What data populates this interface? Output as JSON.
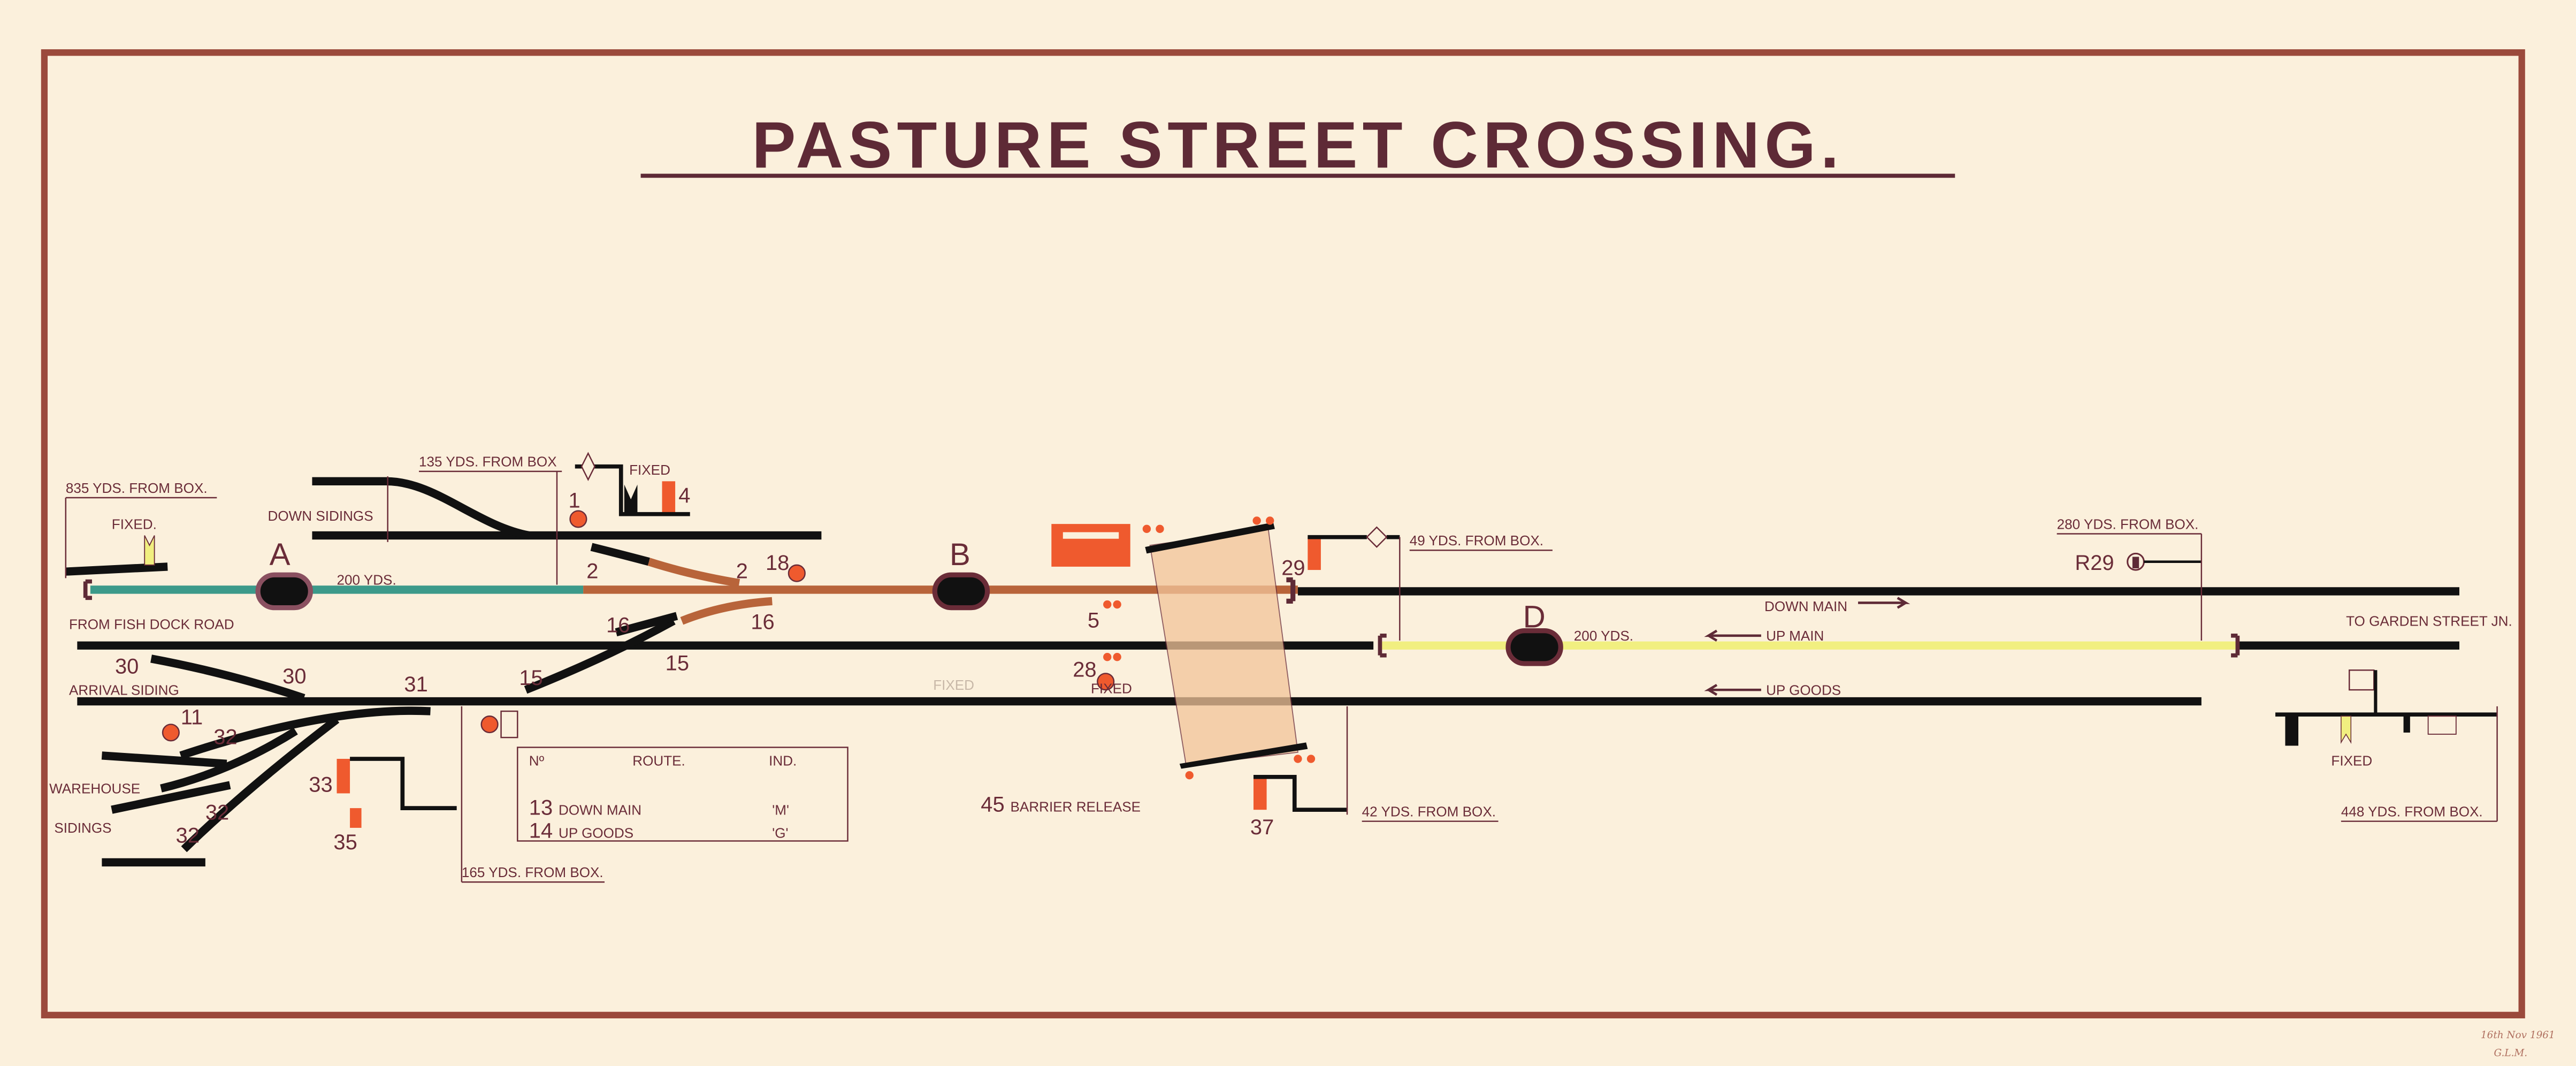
{
  "title": "PASTURE STREET CROSSING.",
  "colors": {
    "paper": "#fbf0dc",
    "border": "#9b4a3c",
    "track": "#111111",
    "track_circuit_a": "#3c9a8a",
    "track_circuit_b": "#b8643a",
    "track_circuit_d": "#f1ef80",
    "signal_red": "#ef5a2e",
    "crossing": "#f2c49a",
    "ink": "#6a2c38"
  },
  "labels": {
    "dist_835": "835 YDS. FROM BOX.",
    "fixed_left": "FIXED.",
    "down_sidings": "DOWN SIDINGS",
    "dist_135": "135 YDS. FROM BOX",
    "fixed_4": "FIXED",
    "sig_4": "4",
    "sig_1": "1",
    "tc_a": "A",
    "a_200": "200 YDS.",
    "from_fish": "FROM FISH DOCK ROAD",
    "pt_2a": "2",
    "pt_2b": "2",
    "sig_18": "18",
    "tc_b": "B",
    "pt_16a": "16",
    "pt_16b": "16",
    "pt_15a": "15",
    "pt_15b": "15",
    "pt_30a": "30",
    "pt_30b": "30",
    "arrival": "ARRIVAL SIDING",
    "pt_31": "31",
    "sig_5": "5",
    "sig_28": "28",
    "fixed_28": "FIXED",
    "pencil_fixed": "FIXED",
    "sig_29": "29",
    "dist_49": "49 YDS. FROM BOX.",
    "tc_d": "D",
    "d_200": "200 YDS.",
    "down_main": "DOWN MAIN",
    "up_main": "UP MAIN",
    "up_goods": "UP GOODS",
    "dist_280": "280 YDS. FROM BOX.",
    "r29": "R29",
    "to_garden": "TO GARDEN STREET JN.",
    "fixed_right": "FIXED",
    "dist_448": "448 YDS. FROM BOX.",
    "sig_11": "11",
    "pt_32a": "32",
    "pt_32b": "32",
    "pt_32c": "32",
    "sig_33": "33",
    "sig_35": "35",
    "warehouse": "WAREHOUSE",
    "sidings": "SIDINGS",
    "dist_165": "165 YDS. FROM BOX.",
    "barrier_num": "45",
    "barrier": "BARRIER RELEASE",
    "sig_37": "37",
    "dist_42": "42 YDS. FROM BOX.",
    "date": "16th Nov 1961",
    "initials": "G.L.M."
  },
  "route_table": {
    "headers": [
      "Nº",
      "ROUTE.",
      "IND."
    ],
    "rows": [
      {
        "no": "13",
        "route": "DOWN MAIN",
        "ind": "'M'"
      },
      {
        "no": "14",
        "route": "UP GOODS",
        "ind": "'G'"
      }
    ]
  }
}
